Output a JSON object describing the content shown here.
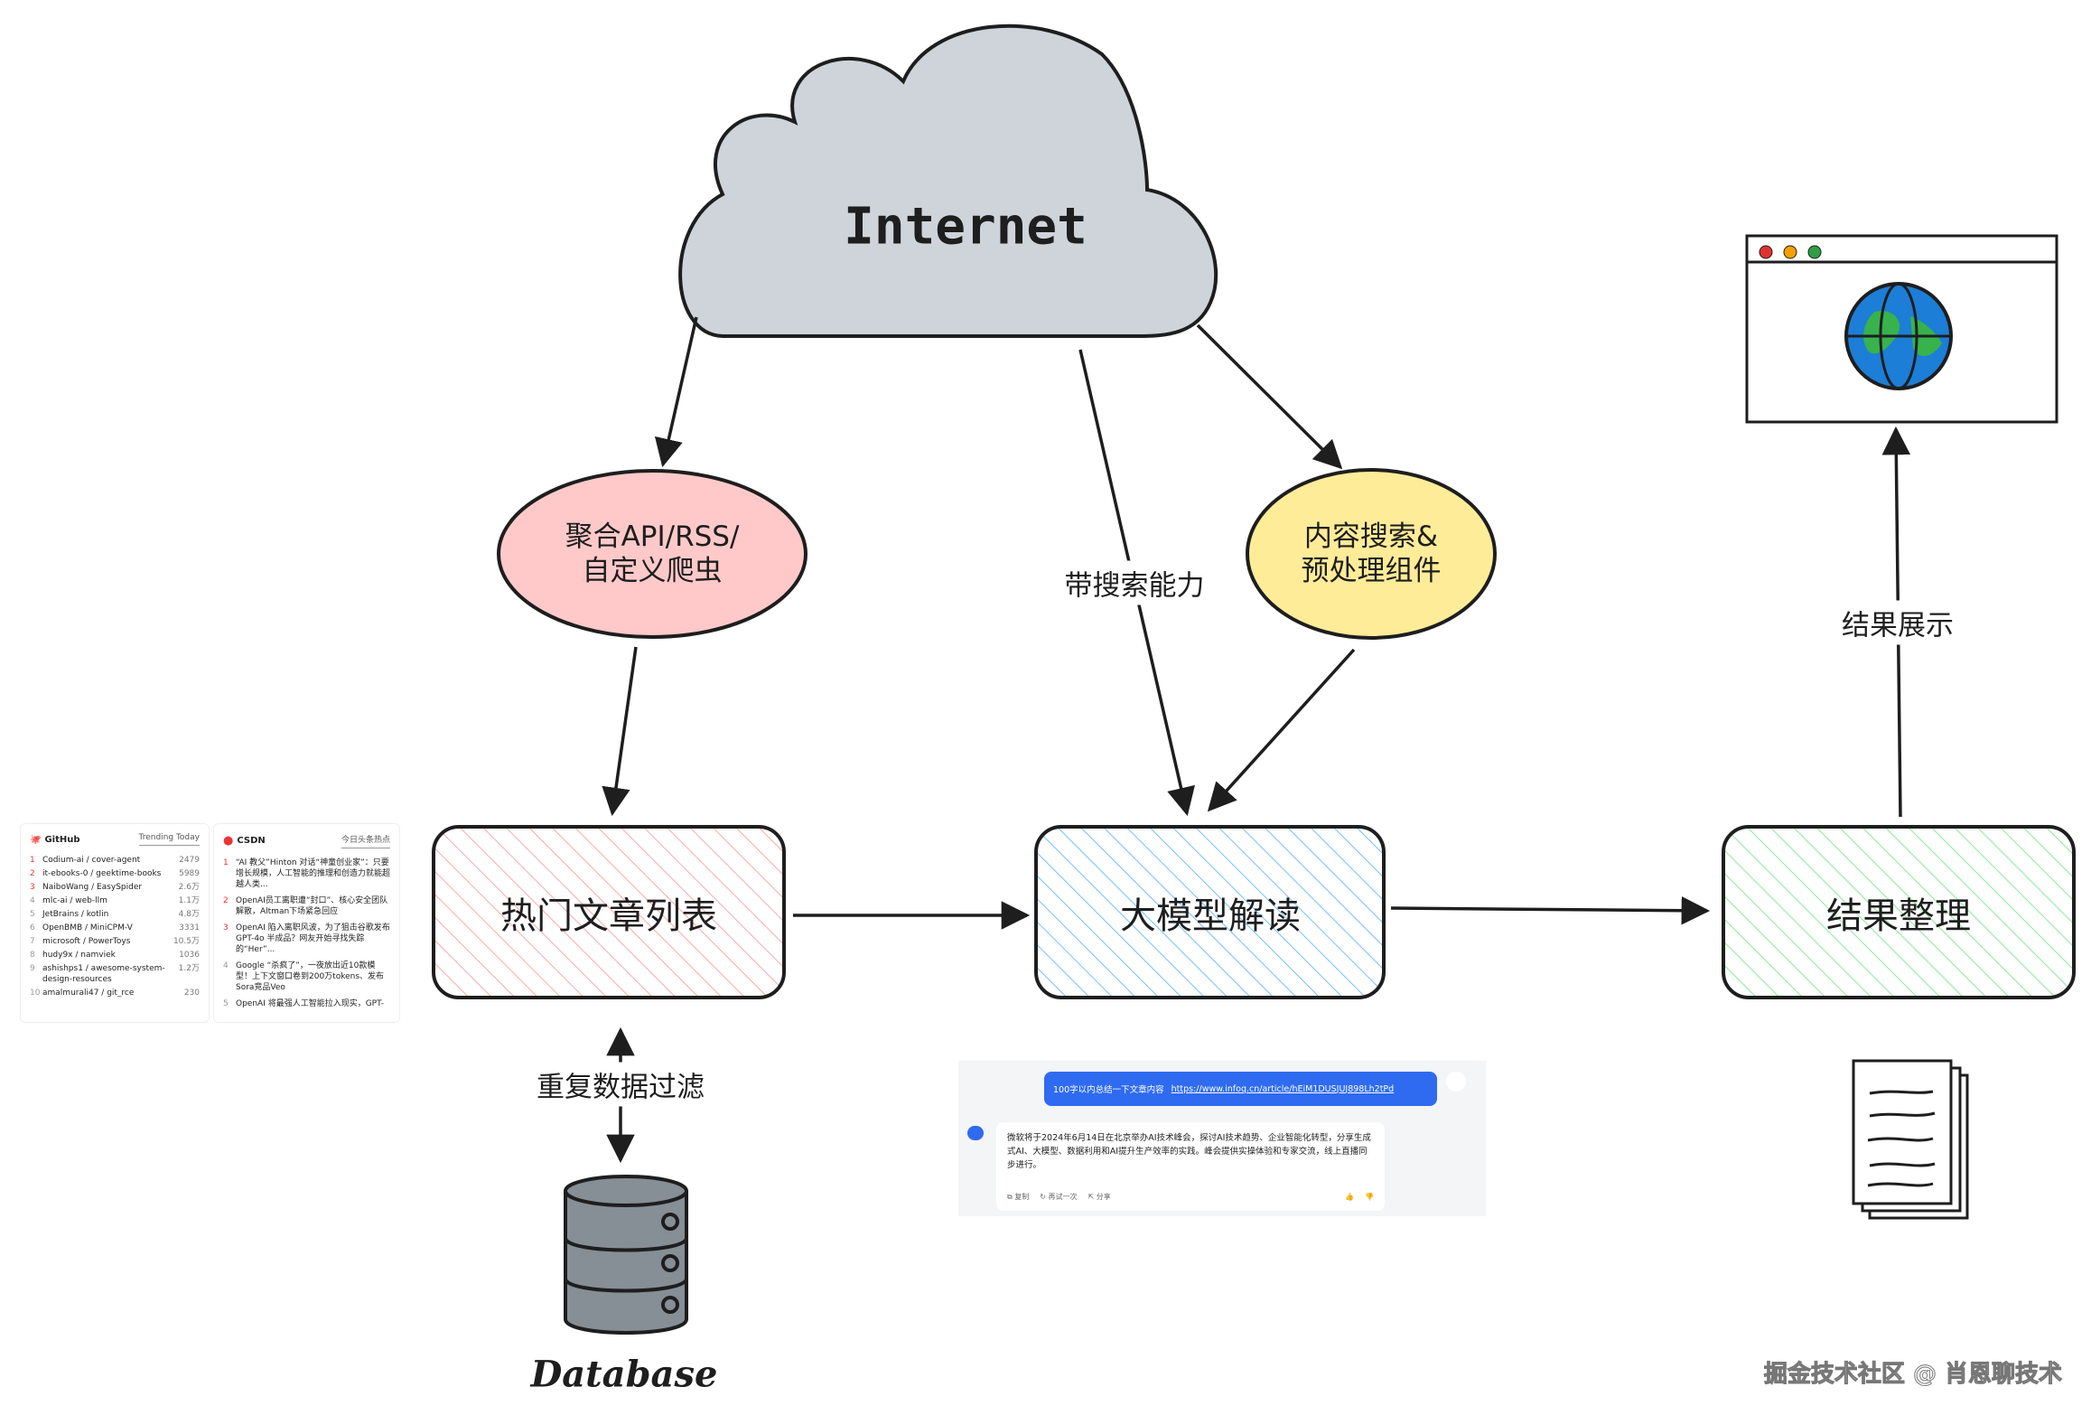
{
  "cloud": {
    "label": "Internet",
    "fill": "#ced4da"
  },
  "nodes": {
    "aggregator": {
      "line1": "聚合API/RSS/",
      "line2": "自定义爬虫",
      "fill": "#ffc9c9"
    },
    "search": {
      "line1": "内容搜索&",
      "line2": "预处理组件",
      "fill": "#ffec99"
    },
    "hot_list": {
      "label": "热门文章列表",
      "color": "#ffa8a8"
    },
    "llm": {
      "label": "大模型解读",
      "color": "#74c0fc"
    },
    "result": {
      "label": "结果整理",
      "color": "#8ce99a"
    }
  },
  "edges": {
    "search_capability": "带搜索能力",
    "display": "结果展示",
    "dedup": "重复数据过滤"
  },
  "database": {
    "label": "Database"
  },
  "github_panel": {
    "brand": "GitHub",
    "subtitle": "Trending Today",
    "items": [
      {
        "rank": "1",
        "name": "Codium-ai / cover-agent",
        "count": "2479"
      },
      {
        "rank": "2",
        "name": "it-ebooks-0 / geektime-books",
        "count": "5989"
      },
      {
        "rank": "3",
        "name": "NaiboWang / EasySpider",
        "count": "2.6万"
      },
      {
        "rank": "4",
        "name": "mlc-ai / web-llm",
        "count": "1.1万"
      },
      {
        "rank": "5",
        "name": "JetBrains / kotlin",
        "count": "4.8万"
      },
      {
        "rank": "6",
        "name": "OpenBMB / MiniCPM-V",
        "count": "3331"
      },
      {
        "rank": "7",
        "name": "microsoft / PowerToys",
        "count": "10.5万"
      },
      {
        "rank": "8",
        "name": "hudy9x / namviek",
        "count": "1036"
      },
      {
        "rank": "9",
        "name": "ashishps1 / awesome-system-design-resources",
        "count": "1.2万"
      },
      {
        "rank": "10",
        "name": "amalmurali47 / git_rce",
        "count": "230"
      }
    ]
  },
  "csdn_panel": {
    "brand": "CSDN",
    "subtitle": "今日头条热点",
    "items": [
      {
        "rank": "1",
        "title": "“AI 教父”Hinton 对话“神童创业家”：只要增长规模，人工智能的推理和创造力就能超越人类..."
      },
      {
        "rank": "2",
        "title": "OpenAI员工离职遭“封口”、核心安全团队解散，Altman下场紧急回应"
      },
      {
        "rank": "3",
        "title": "OpenAI 陷入离职风波，为了狙击谷歌发布GPT-4o 半成品？网友开始寻找失踪的“Her”..."
      },
      {
        "rank": "4",
        "title": "Google “杀疯了”，一夜放出近10款模型！上下文窗口卷到200万tokens、发布Sora竞品Veo"
      },
      {
        "rank": "5",
        "title": "OpenAI 将最强人工智能拉入现实，GPT-"
      }
    ]
  },
  "chat": {
    "prompt": "100字以内总结一下文章内容",
    "link": "https://www.infoq.cn/article/hEiM1DUSJUJ898Lh2tPd",
    "answer": "微软将于2024年6月14日在北京举办AI技术峰会，探讨AI技术趋势、企业智能化转型，分享生成式AI、大模型、数据利用和AI提升生产效率的实践。峰会提供实操体验和专家交流，线上直播同步进行。",
    "actions": {
      "copy": "复制",
      "retry": "再试一次",
      "share": "分享"
    },
    "accent": "#2f6bf0"
  },
  "watermark": "掘金技术社区 @ 肖恩聊技术"
}
